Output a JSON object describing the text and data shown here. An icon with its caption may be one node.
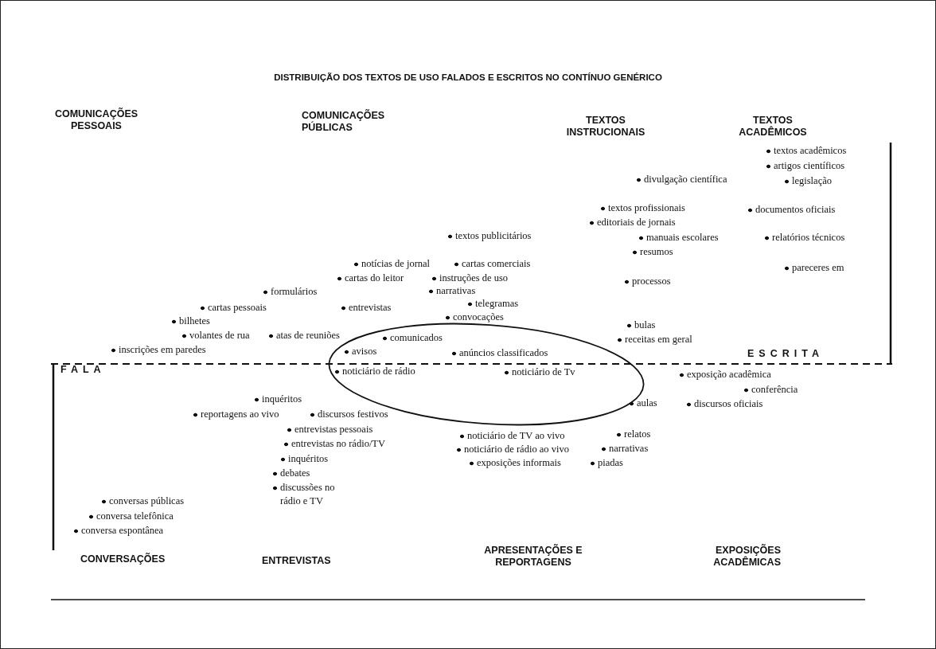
{
  "diagram": {
    "title": "DISTRIBUIÇÃO DOS TEXTOS DE USO FALADOS E ESCRITOS NO CONTÍNUO GENÉRICO",
    "labels": [
      "COMUNICAÇÕES PESSOAIS",
      "COMUNICAÇÕES PÚBLICAS",
      "TEXTOS INSTRUCIONAIS",
      "TEXTOS ACADÊMICOS",
      "textos acadêmicos",
      "artigos científicos",
      "divulgação científica",
      "legislação",
      "textos profissionais",
      "documentos oficiais",
      "editoriais de jornais",
      "textos publicitários",
      "manuais escolares",
      "relatórios técnicos",
      "resumos",
      "notícias de jornal",
      "cartas comerciais",
      "pareceres em",
      "cartas do leitor",
      "instruções de uso",
      "processos",
      "formulários",
      "narrativas",
      "cartas pessoais",
      "entrevistas",
      "telegramas",
      "bilhetes",
      "convocações",
      "bulas",
      "volantes de rua",
      "atas de reuniões",
      "comunicados",
      "receitas em geral",
      "inscrições em paredes",
      "avisos",
      "anúncios classificados",
      "ESCRITA",
      "FALA",
      "noticiário de rádio",
      "noticiário de Tv",
      "exposição acadêmica",
      "conferência",
      "inquéritos",
      "aulas",
      "discursos oficiais",
      "reportagens ao vivo",
      "discursos festivos",
      "entrevistas pessoais",
      "noticiário de TV ao vivo",
      "relatos",
      "entrevistas no rádio/TV",
      "noticiário de rádio ao vivo",
      "narrativas",
      "inquéritos",
      "exposições informais",
      "piadas",
      "debates",
      "discussões no rádio e TV",
      "conversas públicas",
      "conversa telefônica",
      "conversa espontânea",
      "CONVERSAÇÕES",
      "ENTREVISTAS",
      "APRESENTAÇÕES E REPORTAGENS",
      "EXPOSIÇÕES ACADÊMICAS"
    ]
  }
}
